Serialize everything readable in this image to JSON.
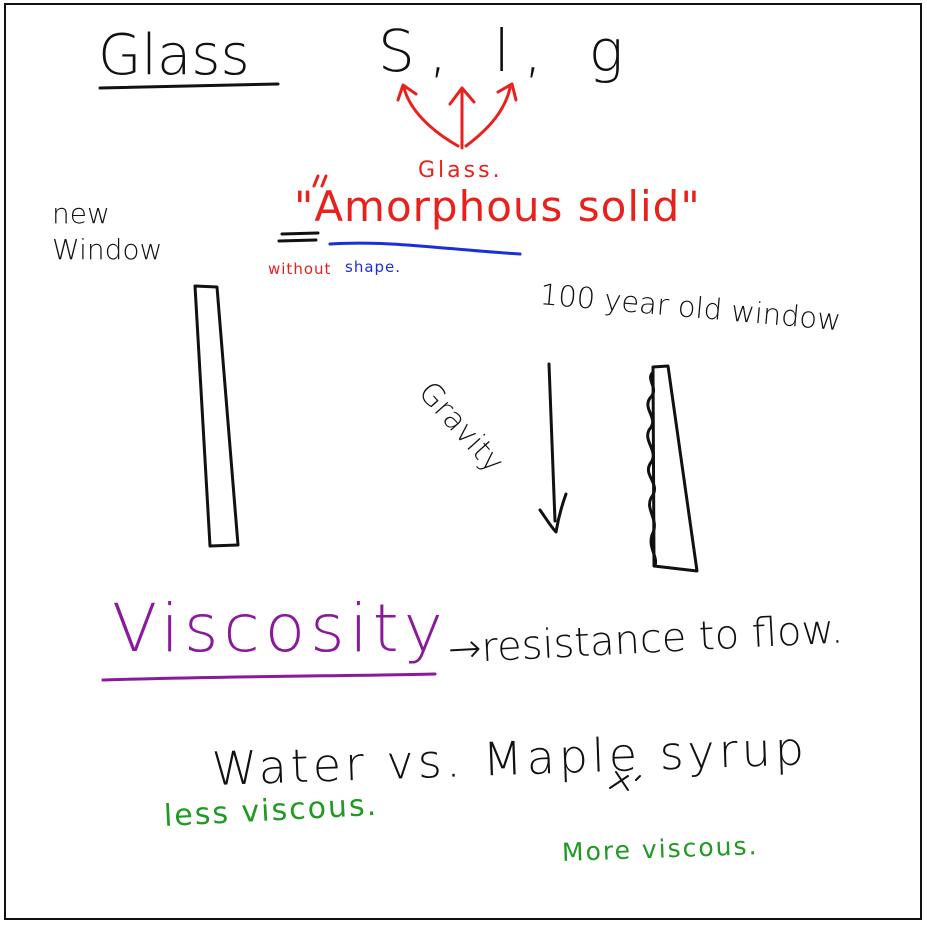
{
  "notes": {
    "title": "Glass",
    "states": "S, l, g",
    "glass_label": "Glass.",
    "amorphous_term": "\"Amorphous solid\"",
    "amorphous_a_note": "without",
    "amorphous_morph_note": "shape.",
    "new_window_label": "new Window",
    "old_window_label": "100 year old window",
    "gravity_label": "Gravity",
    "viscosity_heading": "Viscosity",
    "viscosity_definition": "→resistance to flow.",
    "comparison": "Water vs. Maple syrup",
    "water_note": "less viscous.",
    "syrup_note": "More viscous."
  },
  "colors": {
    "ink_black": "#111111",
    "ink_red": "#e8211c",
    "ink_blue": "#1b2fd6",
    "ink_purple": "#8a1a9b",
    "ink_green": "#1f9a22"
  }
}
